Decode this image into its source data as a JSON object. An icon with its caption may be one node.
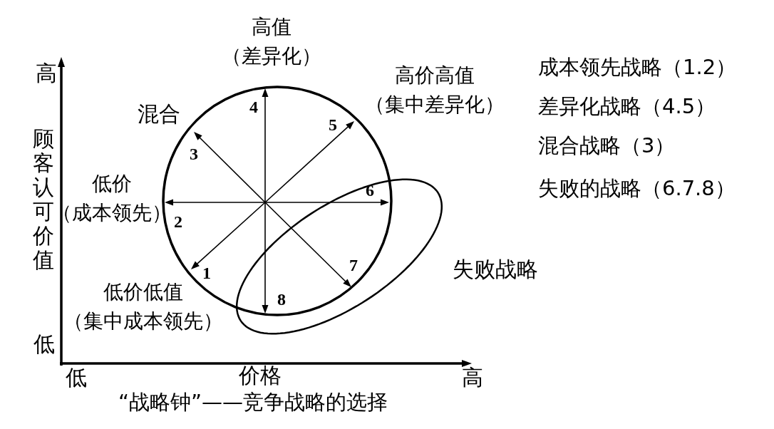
{
  "diagram": {
    "caption": "“战略钟”——竞争战略的选择",
    "labels": [
      "高值（差异化）",
      "高",
      "高价高值（集中差异化）",
      "混合",
      "4",
      "5",
      "3",
      "顾客认可价值",
      "低价（成本领先）",
      "6",
      "2",
      "7",
      "失败战略",
      "1",
      "8",
      "低价低值（集中成本领先）",
      "低",
      "低",
      "价格",
      "高",
      "成本领先战略（1.2）",
      "差异化战略（4.5）",
      "混合战略（3）",
      "失败的战略（6.7.8）"
    ]
  }
}
